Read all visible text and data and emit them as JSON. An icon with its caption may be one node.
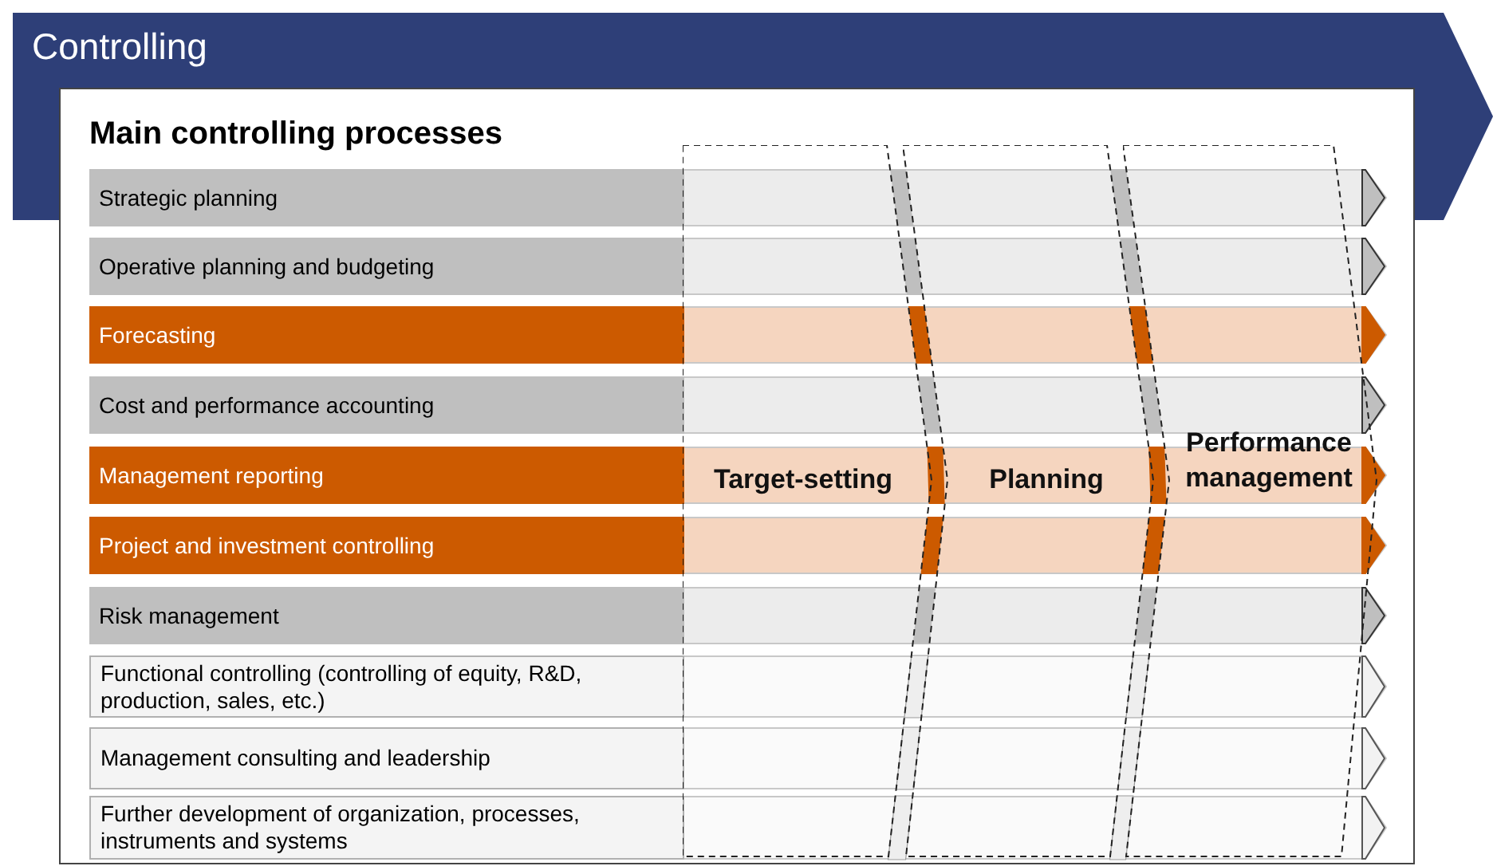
{
  "diagram": {
    "nodes": [
      {
        "text": [
          "Controlling"
        ]
      },
      {
        "text": [
          "Main controlling processes"
        ]
      },
      {
        "text": [
          "Strategic planning"
        ],
        "in": 1
      },
      {
        "text": [
          "Operative planning and budgeting"
        ],
        "in": 1
      },
      {
        "text": [
          "Forecasting"
        ],
        "in": 1
      },
      {
        "text": [
          "Cost and performance accounting"
        ],
        "in": 1
      },
      {
        "text": [
          "Management reporting"
        ],
        "in": 1
      },
      {
        "text": [
          "Project and investment controlling"
        ],
        "in": 1
      },
      {
        "text": [
          "Risk management"
        ],
        "in": 1
      },
      {
        "text": [
          "Functional controlling (controlling of equity, R&D, production, sales, etc.)"
        ],
        "in": 1
      },
      {
        "text": [
          "Management consulting and leadership"
        ],
        "in": 1
      },
      {
        "text": [
          "Further development of organization, processes, instruments and systems"
        ],
        "in": 1
      },
      {
        "text": [
          "Target-setting"
        ],
        "in": 1
      },
      {
        "text": [
          "Planning"
        ],
        "in": 1
      },
      {
        "text": [
          "Performance management"
        ],
        "in": 1
      }
    ]
  }
}
